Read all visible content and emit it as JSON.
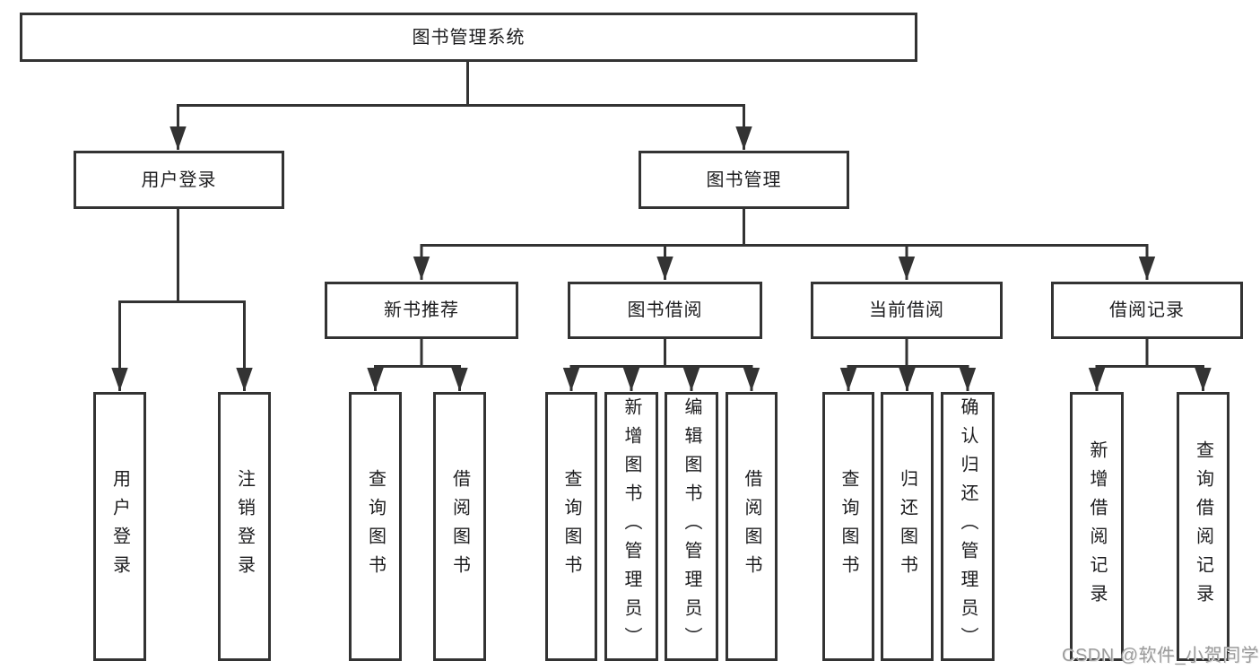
{
  "diagram_title": "图书管理系统",
  "nodes": {
    "root": "图书管理系统",
    "user_login": "用户登录",
    "book_mgmt": "图书管理",
    "new_book_rec": "新书推荐",
    "book_borrow": "图书借阅",
    "current_borrow": "当前借阅",
    "borrow_records": "借阅记录",
    "ul_user_login": "用户登录",
    "ul_logout": "注销登录",
    "nb_query_books": "查询图书",
    "nb_borrow_books": "借阅图书",
    "bb_query_books": "查询图书",
    "bb_add_books": "新增图书（管理员）",
    "bb_edit_books": "编辑图书（管理员）",
    "bb_borrow_books": "借阅图书",
    "cb_query_books": "查询图书",
    "cb_return_books": "归还图书",
    "cb_confirm_return": "确认归还（管理员）",
    "br_add_record": "新增借阅记录",
    "br_query_record": "查询借阅记录"
  },
  "hierarchy": {
    "图书管理系统": {
      "用户登录": [
        "用户登录",
        "注销登录"
      ],
      "图书管理": {
        "新书推荐": [
          "查询图书",
          "借阅图书"
        ],
        "图书借阅": [
          "查询图书",
          "新增图书（管理员）",
          "编辑图书（管理员）",
          "借阅图书"
        ],
        "当前借阅": [
          "查询图书",
          "归还图书",
          "确认归还（管理员）"
        ],
        "借阅记录": [
          "新增借阅记录",
          "查询借阅记录"
        ]
      }
    }
  },
  "watermark": "CSDN @软件_小贺同学",
  "colors": {
    "stroke": "#333333",
    "text": "#1d1d1f",
    "background": "#ffffff",
    "watermark": "#9b9b9b"
  }
}
